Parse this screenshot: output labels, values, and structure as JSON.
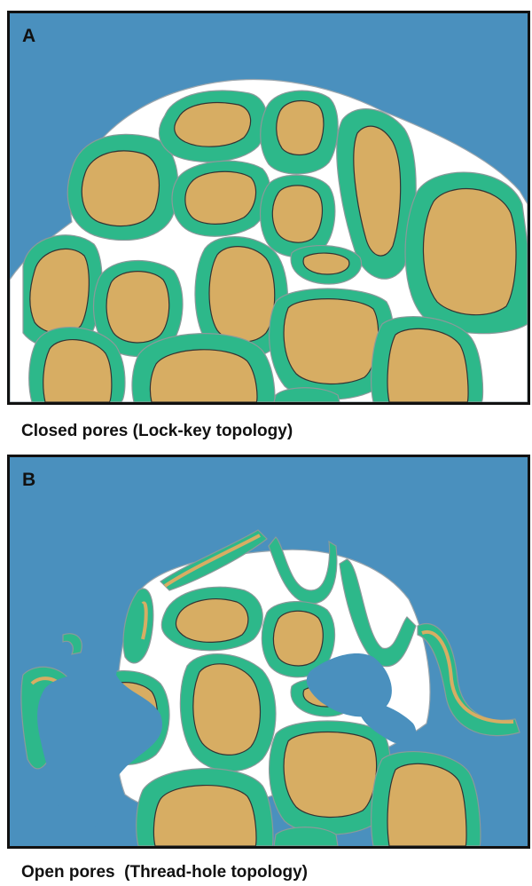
{
  "panel_a": {
    "letter": "A",
    "caption": "Closed pores (Lock-key topology)"
  },
  "panel_b": {
    "letter": "B",
    "caption": "Open pores  (Thread-hole topology)"
  },
  "colors": {
    "fluid": "#4a90be",
    "shell": "#2db88a",
    "core": "#d7ad63",
    "matrix": "#ffffff",
    "frame": "#111111"
  }
}
